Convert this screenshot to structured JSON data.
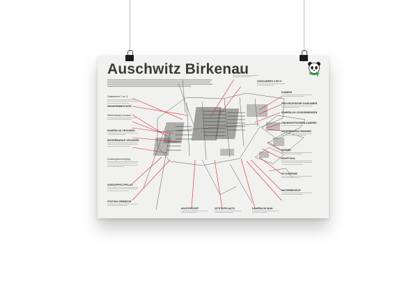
{
  "poster": {
    "title": "Auschwitz Birkenau",
    "labels": [
      {
        "id": "sauna",
        "text": "SAUNA"
      },
      {
        "id": "gaskamers-4-en-5",
        "text": "GASKAMERS 4 EN 5"
      },
      {
        "id": "gaskamers-2-en-3",
        "text": "Gaskamers 2 en 3"
      },
      {
        "id": "zweinkamp",
        "text": "ZWIGERSBIESTATIE"
      },
      {
        "id": "ziekenbarak",
        "text": "Ziekenbarak vrouwen"
      },
      {
        "id": "kamplok-vrouwen",
        "text": "KAMPBLOK VROUWEN"
      },
      {
        "id": "siegerbarak-vrouwen",
        "text": "SIEGERBARAK VROUWEN"
      },
      {
        "id": "ontvang",
        "text": "Ontvangstvereniging"
      },
      {
        "id": "aardappelopslag",
        "text": "AARDAPPELOPSLAG"
      },
      {
        "id": "station",
        "text": "STATION OŚWIĘCIM"
      },
      {
        "id": "hoofdpoort",
        "text": "HOOFDPOORT"
      },
      {
        "id": "uitstapplaats",
        "text": "UITSTAPPLAATS"
      },
      {
        "id": "kampblok-man",
        "text": "KAMPBLOK MAN"
      },
      {
        "id": "waterbedrijf",
        "text": "WATERBEDRIJF"
      },
      {
        "id": "ss-kazerne",
        "text": "SS KAZERNE"
      },
      {
        "id": "hospitaal",
        "text": "HOSPITAAL"
      },
      {
        "id": "kennel",
        "text": "KENNEL"
      },
      {
        "id": "siegerbarak-mannen",
        "text": "SIEGERBARAK MANNEN"
      },
      {
        "id": "onderofficieren",
        "text": "ONDEROFFICIEREN KAMERS"
      },
      {
        "id": "kampblok-joodse",
        "text": "KAMPBLOK JOODSEMENSEN"
      },
      {
        "id": "provisorische",
        "text": "PROVISORISCHE GASKAMER"
      },
      {
        "id": "kamers",
        "text": "KAMERS"
      }
    ]
  }
}
